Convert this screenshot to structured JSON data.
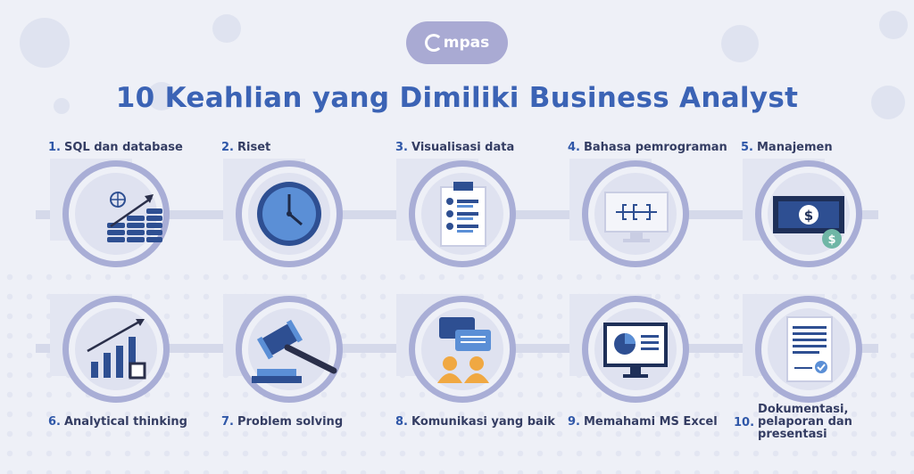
{
  "logo": {
    "text": "mpas"
  },
  "title": "10 Keahlian yang Dimiliki Business Analyst",
  "items": [
    {
      "num": "1.",
      "label": "SQL dan database",
      "icon": "database-growth-icon"
    },
    {
      "num": "2.",
      "label": "Riset",
      "icon": "clock-icon"
    },
    {
      "num": "3.",
      "label": "Visualisasi data",
      "icon": "checklist-document-icon"
    },
    {
      "num": "4.",
      "label": "Bahasa pemrograman",
      "icon": "monitor-code-icon"
    },
    {
      "num": "5.",
      "label": "Manajemen",
      "icon": "money-icon"
    },
    {
      "num": "6.",
      "label": "Analytical thinking",
      "icon": "bar-chart-growth-icon"
    },
    {
      "num": "7.",
      "label": "Problem solving",
      "icon": "gavel-icon"
    },
    {
      "num": "8.",
      "label": "Komunikasi yang baik",
      "icon": "chat-people-icon"
    },
    {
      "num": "9.",
      "label": "Memahami MS Excel",
      "icon": "computer-chart-icon"
    },
    {
      "num": "10.",
      "label": "Dokumentasi, pelaporan dan presentasi",
      "icon": "report-document-icon"
    }
  ],
  "colors": {
    "title": "#3b63b5",
    "accent": "#2f57a8",
    "ring": "#a9aed6",
    "orange": "#f0a842",
    "navy": "#2e4f92"
  }
}
